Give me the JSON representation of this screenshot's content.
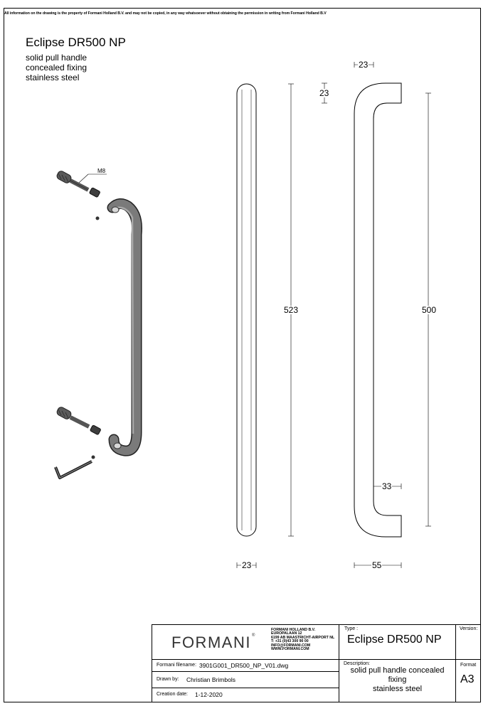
{
  "notice": "All information on the drawing is the property of Formani Holland B.V. and may not be copied, in any way whatsoever without obtaining the permission in writing from Formani Holland B.V",
  "header": {
    "title": "Eclipse DR500 NP",
    "lines": [
      "solid pull handle",
      "concealed fixing",
      "stainless steel"
    ]
  },
  "exploded": {
    "thread_label": "M8"
  },
  "dimensions": {
    "front_width": "23",
    "front_length": "523",
    "side_top_width": "23",
    "side_tube": "23",
    "side_centers": "500",
    "side_inner": "33",
    "side_depth": "55"
  },
  "titleblock": {
    "logo_text": "FORMANI",
    "logo_mark": "®",
    "address": [
      "FORMANI HOLLAND B.V.",
      "EUROPALAAN 12",
      "6199 AB MAASTRICHT-AIRPORT NL",
      "T: +31 (0)43 300 90 00",
      "INFO@FORMANI.COM",
      "WWW.FORMANI.COM"
    ],
    "type_label": "Type :",
    "type_value": "Eclipse DR500 NP",
    "version_label": "Version:",
    "version_value": "",
    "filename_label": "Formani filename:",
    "filename_value": "3901G001_DR500_NP_V01.dwg",
    "drawn_label": "Drawn by:",
    "drawn_value": "Christian Brimbols",
    "date_label": "Creation date:",
    "date_value": "1-12-2020",
    "desc_label": "Description:",
    "desc_lines": [
      "solid pull handle concealed",
      "fixing",
      "stainless steel"
    ],
    "format_label": "Format",
    "format_value": "A3"
  }
}
